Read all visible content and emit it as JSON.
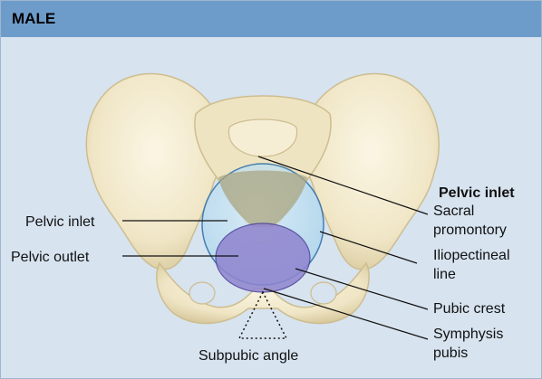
{
  "header": {
    "title": "MALE"
  },
  "labels": {
    "pelvic_inlet_left": "Pelvic inlet",
    "pelvic_outlet": "Pelvic outlet",
    "subpubic_angle": "Subpubic angle",
    "pelvic_inlet_heading": "Pelvic inlet",
    "sacral_line1": "Sacral",
    "sacral_line2": "promontory",
    "iliopectineal_line1": "Iliopectineal",
    "iliopectineal_line2": "line",
    "pubic_crest": "Pubic crest",
    "symphysis_line1": "Symphysis",
    "symphysis_line2": "pubis"
  },
  "colors": {
    "header": "#6e9cca",
    "background": "#d7e3ef",
    "bone": "#f3ecd2",
    "bone_shadow": "#d9cda5",
    "inlet_fill": "#bfe0f2",
    "outlet_fill": "#8f84cf",
    "sacrum": "#a9a583"
  }
}
